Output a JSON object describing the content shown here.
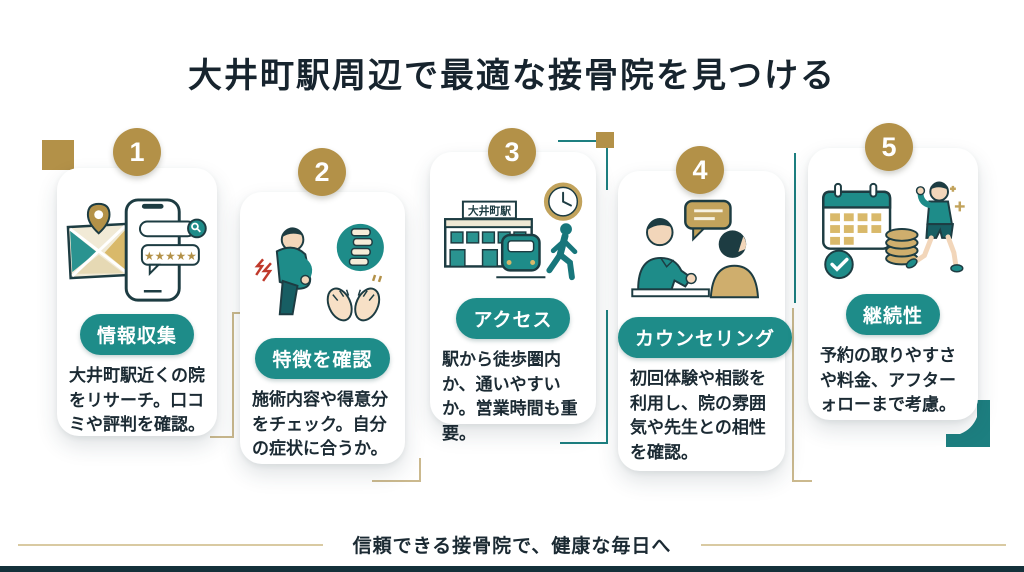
{
  "page": {
    "title": "大井町駅周辺で最適な接骨院を見つける",
    "tagline": "信頼できる接骨院で、健康な毎日へ"
  },
  "colors": {
    "teal": "#1e8c89",
    "teal_dark": "#1d7f80",
    "gold": "#b39148",
    "gold_line": "#cbb98e",
    "text": "#1b2a33"
  },
  "steps": [
    {
      "number": "1",
      "label": "情報収集",
      "description": "大井町駅近くの院をリサーチ。口コミや評判を確認。",
      "illustration": "smartphone-map-review",
      "stars": "★★★★★"
    },
    {
      "number": "2",
      "label": "特徴を確認",
      "description": "施術内容や得意分をチェック。自分の症状に合うか。",
      "illustration": "back-pain-spine-hands"
    },
    {
      "number": "3",
      "label": "アクセス",
      "description": "駅から徒歩圏内か、通いやすいか。営業時間も重要。",
      "illustration": "station-train-clock-walker",
      "station_sign": "大井町駅"
    },
    {
      "number": "4",
      "label": "カウンセリング",
      "description": "初回体験や相談を利用し、院の雰囲気や先生との相性を確認。",
      "illustration": "counseling-conversation"
    },
    {
      "number": "5",
      "label": "継続性",
      "description": "予約の取りやすさや料金、アフターォローまで考慮。",
      "illustration": "calendar-coins-runner"
    }
  ]
}
